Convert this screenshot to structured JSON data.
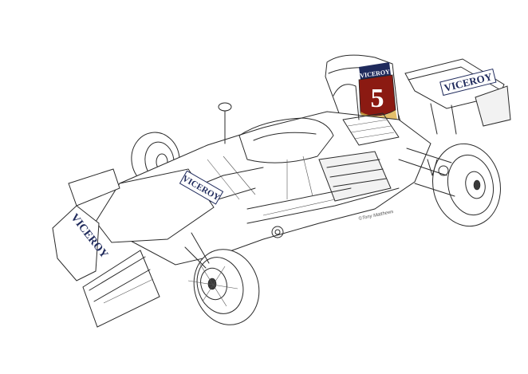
{
  "image": {
    "subject": "cutaway illustration",
    "sponsor": "VICEROY",
    "car_number": "5",
    "credit": "©Tony Matthews",
    "colors": {
      "line": "#2a2a2a",
      "navy": "#1f2a5c",
      "number_red": "#8b1a12",
      "number_gold": "#d9a93a",
      "background": "#ffffff"
    }
  }
}
